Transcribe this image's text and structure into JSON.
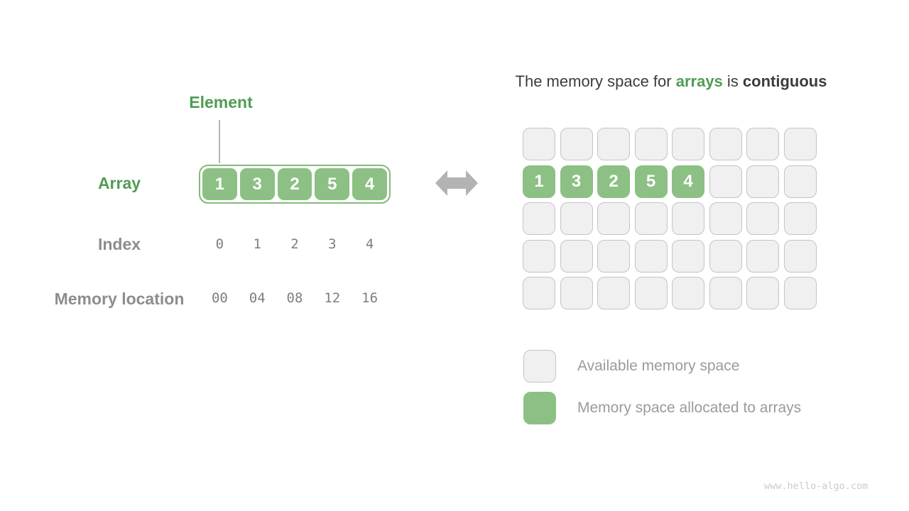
{
  "left_panel": {
    "element_label": "Element",
    "array_label": "Array",
    "index_label": "Index",
    "memory_label": "Memory location",
    "array_values": [
      "1",
      "3",
      "2",
      "5",
      "4"
    ],
    "index_values": [
      "0",
      "1",
      "2",
      "3",
      "4"
    ],
    "memory_values": [
      "00",
      "04",
      "08",
      "12",
      "16"
    ]
  },
  "title": {
    "part1": "The memory space for ",
    "highlight": "arrays",
    "part2": " is ",
    "bold": "contiguous"
  },
  "memory_grid": {
    "columns": 8,
    "rows": [
      [
        null,
        null,
        null,
        null,
        null,
        null,
        null,
        null
      ],
      [
        "1",
        "3",
        "2",
        "5",
        "4",
        null,
        null,
        null
      ],
      [
        null,
        null,
        null,
        null,
        null,
        null,
        null,
        null
      ],
      [
        null,
        null,
        null,
        null,
        null,
        null,
        null,
        null
      ],
      [
        null,
        null,
        null,
        null,
        null,
        null,
        null,
        null
      ]
    ]
  },
  "legend": [
    {
      "type": "available",
      "label": "Available memory space"
    },
    {
      "type": "allocated",
      "label": "Memory space allocated to arrays"
    }
  ],
  "watermark": "www.hello-algo.com",
  "colors": {
    "green_fill": "#8CC084",
    "green_border": "#85BA7B",
    "green_text": "#4F9D53",
    "title_dark": "#3C3C3C",
    "label_gray": "#8D8D8D",
    "mono_gray": "#7E7E7E",
    "empty_fill": "#F0F0F0",
    "empty_border": "#C4C4C4",
    "arrow_gray": "#B3B3B3",
    "line_gray": "#B4B4B4",
    "legend_text": "#9B9B9B",
    "watermark_gray": "#CBCBCB"
  }
}
